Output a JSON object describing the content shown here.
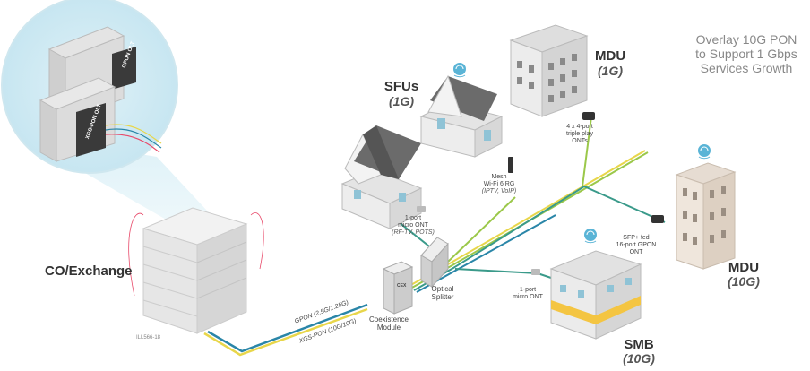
{
  "title": {
    "line1": "Overlay 10G PON",
    "line2": "to Support 1 Gbps",
    "line3": "Services Growth"
  },
  "co": {
    "label": "CO/Exchange",
    "code": "ILL566-18",
    "olt_gpon": "GPON OLT",
    "olt_xgs": "XGS-PON OLT"
  },
  "fiber": {
    "gpon": "GPON (2.5G/1.25G)",
    "xgspon": "XGS-PON (10G/10G)"
  },
  "coexistence": {
    "line1": "Coexistence",
    "line2": "Module",
    "tag": "CEX"
  },
  "splitter": {
    "line1": "Optical",
    "line2": "Splitter"
  },
  "sfus": {
    "label": "SFUs",
    "speed": "(1G)"
  },
  "sfu_ont": {
    "line1": "1-port",
    "line2": "micro ONT",
    "line3": "(RF-TV, POTS)"
  },
  "mesh": {
    "line1": "Mesh",
    "line2": "Wi-Fi 6 RG",
    "line3": "(IPTV, VoIP)"
  },
  "mdu_top": {
    "label": "MDU",
    "speed": "(1G)"
  },
  "mdu_top_ont": {
    "line1": "4 x 4-port",
    "line2": "triple play",
    "line3": "ONTs"
  },
  "mdu_right": {
    "label": "MDU",
    "speed": "(10G)"
  },
  "mdu_right_ont": {
    "line1": "SFP+ fed",
    "line2": "16-port GPON",
    "line3": "ONT"
  },
  "smb": {
    "label": "SMB",
    "speed": "(10G)"
  },
  "smb_ont": {
    "line1": "1-port",
    "line2": "micro ONT"
  },
  "colors": {
    "gpon_line": "#9bc84a",
    "xgs_line": "#2a86a8",
    "yellow_line": "#e8d64a",
    "teal_line": "#3a9a8a",
    "wifi": "#5ab4d6"
  },
  "icons": [
    "wifi-icon"
  ]
}
